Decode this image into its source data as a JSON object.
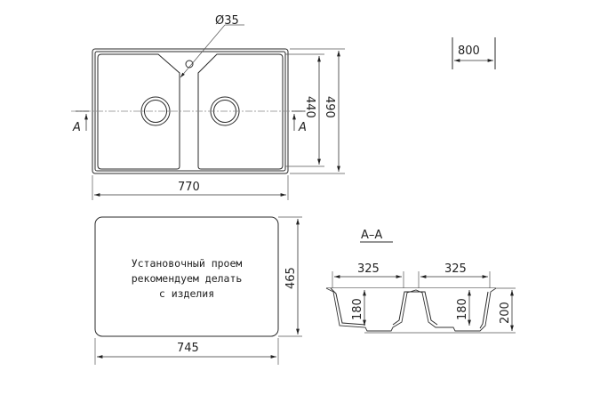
{
  "drawing": {
    "top_view": {
      "hole_diameter_label": "Ø35",
      "width_label": "770",
      "depth_outer_label": "490",
      "depth_inner_label": "440",
      "section_marker_left": "A",
      "section_marker_right": "A"
    },
    "cabinet_width_label": "800",
    "cutout": {
      "width_label": "745",
      "depth_label": "465",
      "note_line1": "Установочный проем",
      "note_line2": "рекомендуем делать",
      "note_line3": "с изделия"
    },
    "section": {
      "title": "A–A",
      "bowl_left_width_label": "325",
      "bowl_right_width_label": "325",
      "bowl_left_depth_label": "180",
      "bowl_right_depth_label": "180",
      "total_depth_label": "200"
    }
  }
}
